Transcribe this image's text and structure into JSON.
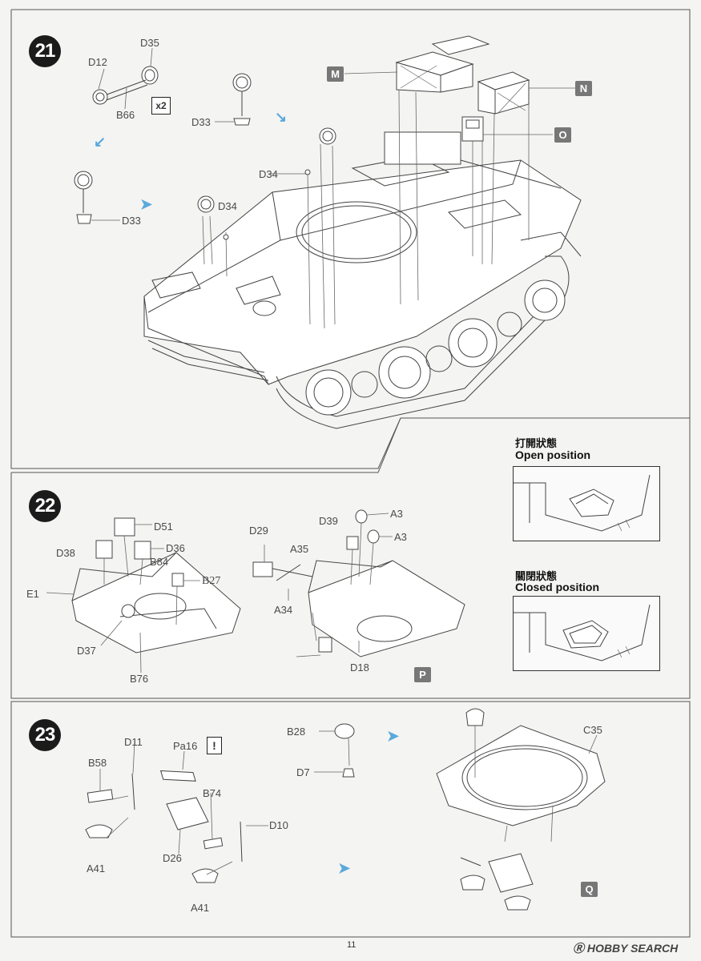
{
  "steps": {
    "s21": {
      "number": "21"
    },
    "s22": {
      "number": "22"
    },
    "s23": {
      "number": "23"
    }
  },
  "step21": {
    "labels": {
      "D35": "D35",
      "D12": "D12",
      "B66": "B66",
      "x2": "x2",
      "D33a": "D33",
      "D33b": "D33",
      "D34a": "D34",
      "D34b": "D34"
    },
    "tags": {
      "M": "M",
      "N": "N",
      "O": "O"
    }
  },
  "step22": {
    "labels": {
      "D51": "D51",
      "D38": "D38",
      "D36": "D36",
      "B84": "B84",
      "B27": "B27",
      "E1": "E1",
      "D37": "D37",
      "B76": "B76",
      "D29": "D29",
      "A35": "A35",
      "A34": "A34",
      "D39": "D39",
      "A3a": "A3",
      "A3b": "A3",
      "D18": "D18"
    },
    "tags": {
      "P": "P"
    },
    "open_caption": {
      "cjk": "打開狀態",
      "en": "Open position"
    },
    "closed_caption": {
      "cjk": "關閉狀態",
      "en": "Closed position"
    }
  },
  "step23": {
    "labels": {
      "D11": "D11",
      "Pa16": "Pa16",
      "B58": "B58",
      "B74": "B74",
      "D10": "D10",
      "A41a": "A41",
      "D26": "D26",
      "A41b": "A41",
      "B28": "B28",
      "D7": "D7",
      "C35": "C35"
    },
    "tags": {
      "Q": "Q"
    },
    "excl": "!"
  },
  "footer": {
    "page_number": "11",
    "watermark": "HOBBY SEARCH"
  },
  "colors": {
    "accent_arrow": "#5aa9dc",
    "tag_bg": "#777777",
    "step_bg": "#1b1b1b"
  }
}
